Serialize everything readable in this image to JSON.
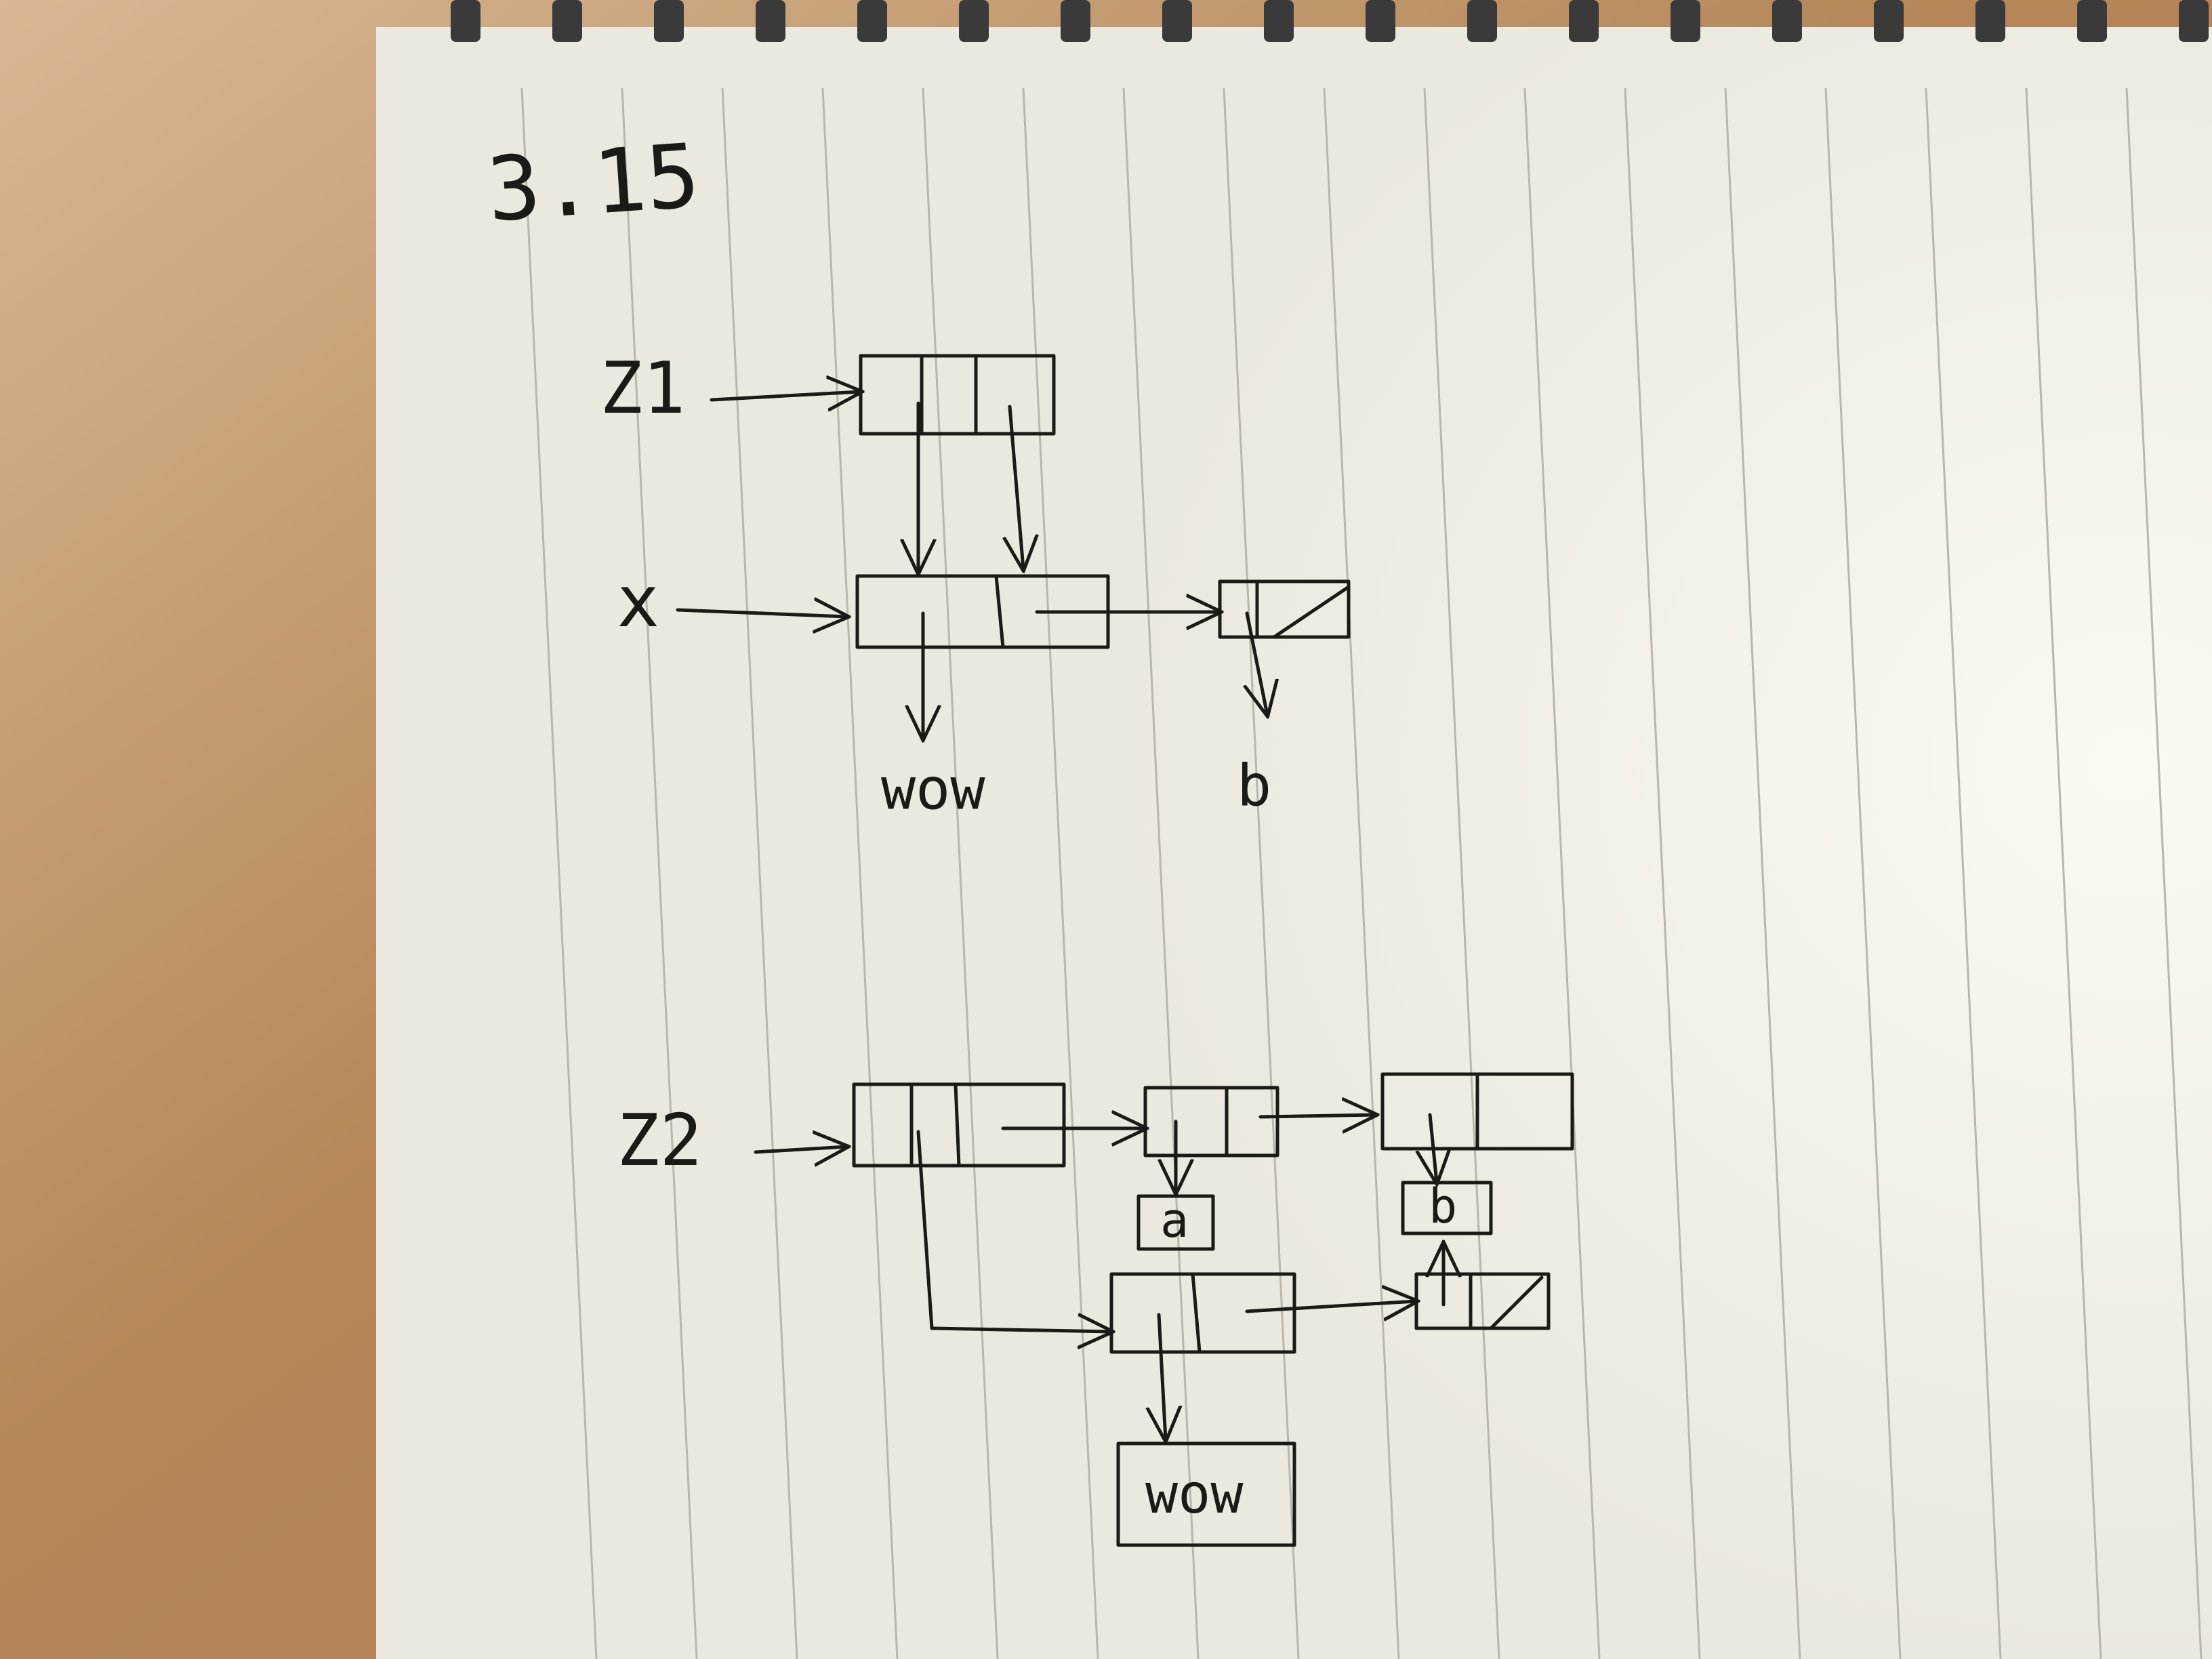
{
  "page_label": "3.15",
  "diagram1": {
    "pointer_z1": "Z1",
    "pointer_x": "x",
    "atom_wow": "wow",
    "atom_b": "b"
  },
  "diagram2": {
    "pointer_z2": "Z2",
    "atom_a": "a",
    "atom_b": "b",
    "atom_wow": "wow"
  },
  "colors": {
    "wood": "#b98d64",
    "paper": "#efece4",
    "ruled_line": "#b9b6ae",
    "ink": "#1c1a17",
    "ring": "#3a3a3a"
  }
}
